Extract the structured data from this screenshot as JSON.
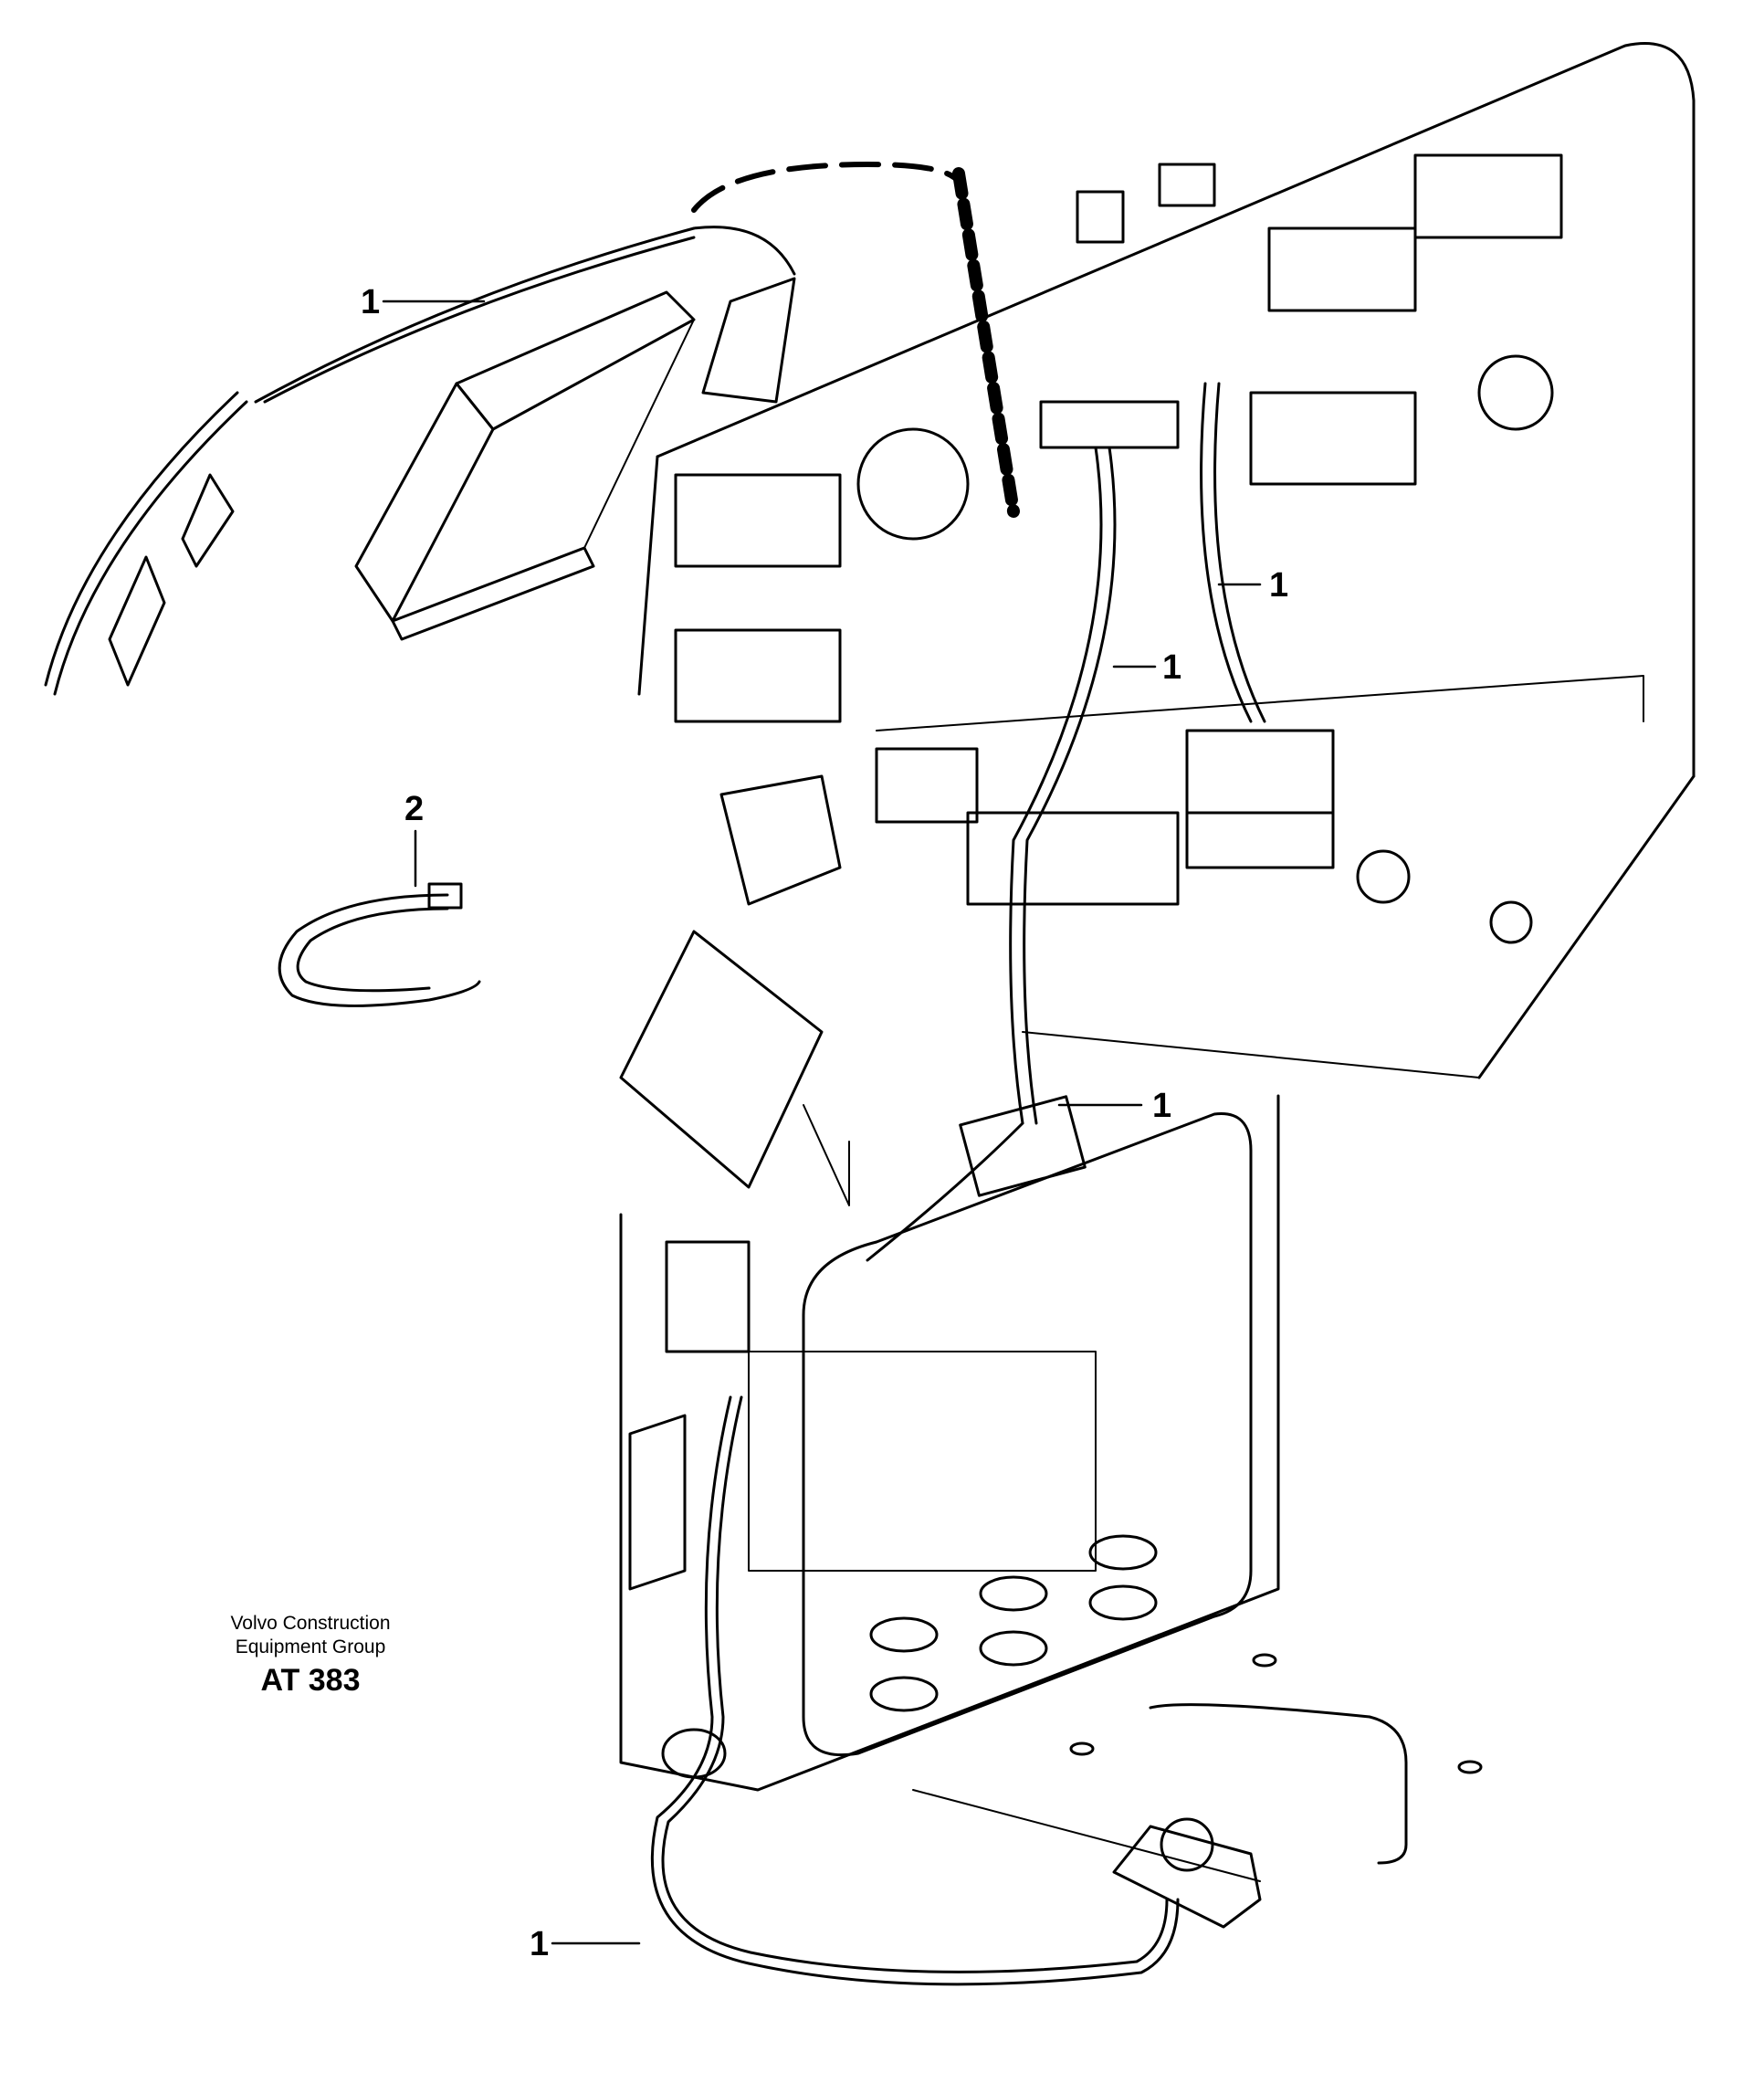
{
  "callouts": [
    {
      "id": "c1a",
      "label": "1"
    },
    {
      "id": "c1b",
      "label": "1"
    },
    {
      "id": "c1c",
      "label": "1"
    },
    {
      "id": "c1d",
      "label": "1"
    },
    {
      "id": "c1e",
      "label": "1"
    },
    {
      "id": "c2",
      "label": "2"
    }
  ],
  "credit": {
    "line1": "Volvo Construction",
    "line2": "Equipment Group",
    "drawing_id": "AT 383"
  }
}
